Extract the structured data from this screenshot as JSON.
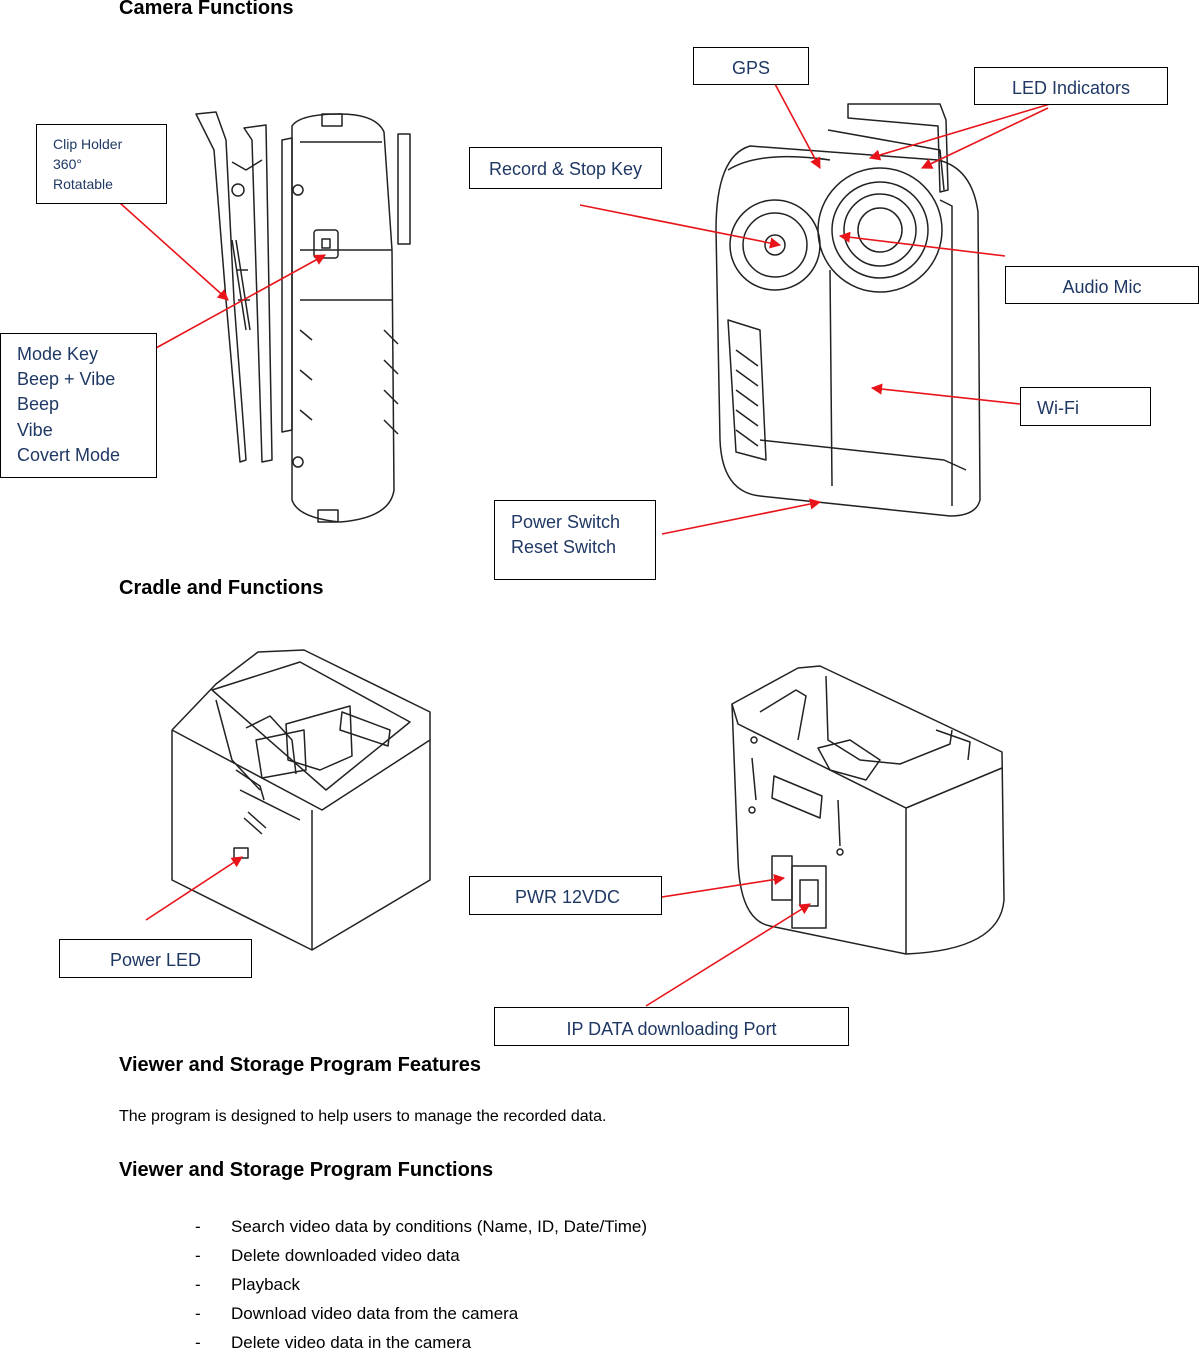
{
  "headings": {
    "camera_functions": "Camera Functions",
    "cradle_functions": "Cradle and Functions",
    "program_features": "Viewer and Storage Program Features",
    "program_functions": "Viewer and Storage Program Functions"
  },
  "program_description": "The program is designed to help users to manage the recorded data.",
  "camera_callouts": {
    "clip_holder": [
      "Clip Holder",
      "360°",
      "Rotatable"
    ],
    "mode_key": [
      "Mode Key",
      "Beep + Vibe",
      "Beep",
      "Vibe",
      "Covert Mode"
    ],
    "gps": "GPS",
    "led_indicators": "LED Indicators",
    "record_stop": "Record & Stop Key",
    "audio_mic": "Audio Mic",
    "wifi": "Wi-Fi",
    "power_switch": [
      "Power Switch",
      "Reset Switch"
    ]
  },
  "cradle_callouts": {
    "power_led": "Power LED",
    "pwr": "PWR 12VDC",
    "ip_port": "IP DATA downloading Port"
  },
  "function_dash": "-",
  "functions": [
    "Search video data by conditions (Name, ID, Date/Time)",
    "Delete downloaded video data",
    "Playback",
    "Download video data from the camera",
    "Delete video data in the camera"
  ],
  "colors": {
    "heading": "#000000",
    "callout_text": "#1f3864",
    "callout_border": "#000000",
    "arrow": "#e8141a",
    "drawing_line": "#222222"
  }
}
